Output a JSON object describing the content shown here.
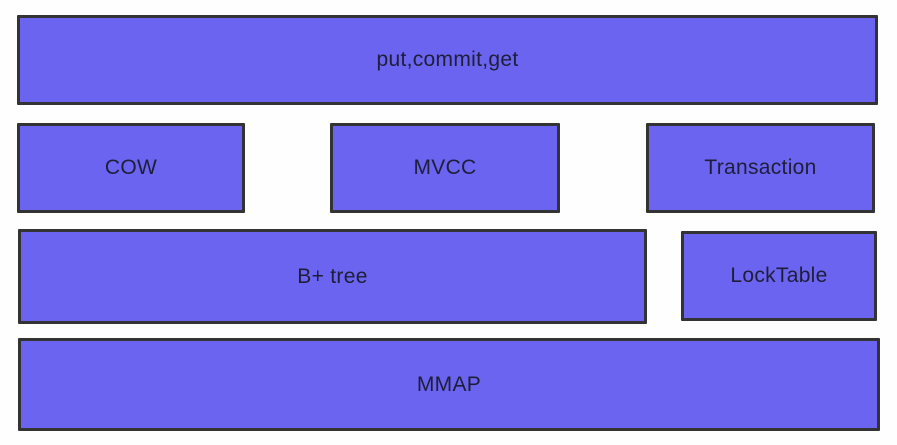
{
  "colors": {
    "page-bg": "#fefefe",
    "box-fill": "#6b64f0",
    "box-border": "#333333",
    "label-color": "#1e1e38"
  },
  "boxes": {
    "api": {
      "label": "put,commit,get"
    },
    "cow": {
      "label": "COW"
    },
    "mvcc": {
      "label": "MVCC"
    },
    "transaction": {
      "label": "Transaction"
    },
    "btree": {
      "label": "B+ tree"
    },
    "locktable": {
      "label": "LockTable"
    },
    "mmap": {
      "label": "MMAP"
    }
  }
}
